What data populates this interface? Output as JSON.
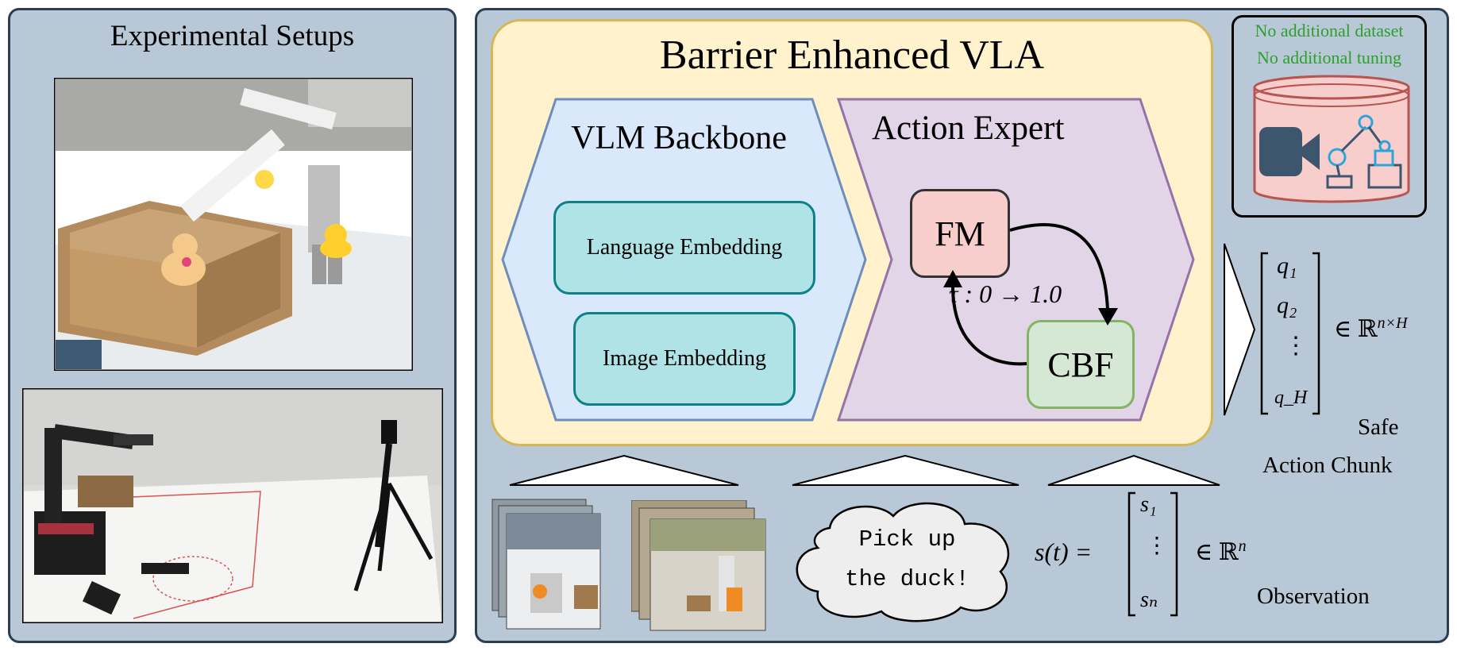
{
  "left_panel": {
    "title": "Experimental Setups"
  },
  "main": {
    "title": "Barrier Enhanced VLA",
    "vlm": {
      "title": "VLM Backbone",
      "language_label": "Language Embedding",
      "image_label": "Image Embedding"
    },
    "action_expert": {
      "title": "Action Expert",
      "fm_label": "FM",
      "cbf_label": "CBF",
      "tau_label": "τ : 0 → 1.0"
    },
    "dataset_box": {
      "line1": "No additional dataset",
      "line2": "No additional tuning"
    },
    "output": {
      "q1": "q₁",
      "q2": "q₂",
      "vdots": "⋮",
      "qH": "q_H",
      "space_prefix": "∈ ℝ",
      "space_sup": "n×H",
      "label1": "Safe",
      "label2": "Action Chunk"
    },
    "observation": {
      "speech_line1": "Pick up",
      "speech_line2": "the duck!",
      "state_lhs": "s(t) =",
      "s1": "s₁",
      "vdots": "⋮",
      "sn": "sₙ",
      "space_prefix": "∈ ℝ",
      "space_sup": "n",
      "label": "Observation"
    }
  },
  "colors": {
    "panel_bg": "#b8c8d6",
    "panel_border": "#2a3d52",
    "vla_bg": "#fff2cc",
    "vla_border": "#d6b656",
    "vlm_bg": "#dae8fc",
    "vlm_border": "#6c8ebf",
    "embed_bg": "#b0e3e6",
    "embed_border": "#0e8088",
    "expert_bg": "#e1d5e7",
    "expert_border": "#9673a6",
    "fm_bg": "#f8cecc",
    "cbf_bg": "#d5e8d4",
    "cbf_border": "#82b366",
    "green_text": "#2ca02c"
  }
}
